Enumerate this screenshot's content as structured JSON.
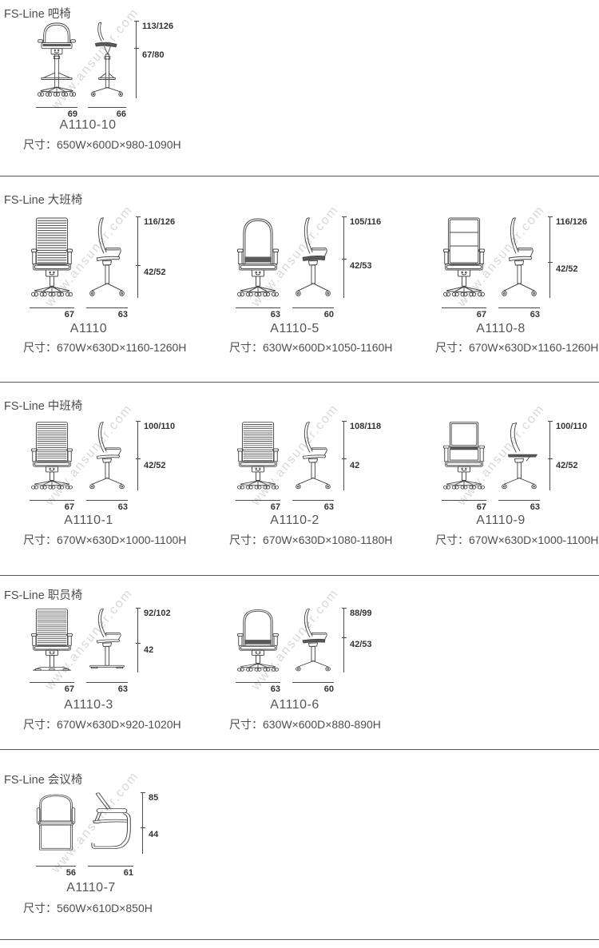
{
  "watermark": "www.ansuner.com",
  "sections": [
    {
      "title": "FS-Line 吧椅",
      "items": [
        {
          "model": "A1110-10",
          "size": "尺寸：650W×600D×980-1090H",
          "front_width": "69",
          "side_width": "66",
          "height_total": "113/126",
          "height_seat": "67/80",
          "front_view": "stool-front",
          "side_view": "stool-side"
        }
      ]
    },
    {
      "title": "FS-Line 大班椅",
      "items": [
        {
          "model": "A1110",
          "size": "尺寸：670W×630D×1160-1260H",
          "front_width": "67",
          "side_width": "63",
          "height_total": "116/126",
          "height_seat": "42/52",
          "front_view": "ribbed-front",
          "side_view": "s-curve-side"
        },
        {
          "model": "A1110-5",
          "size": "尺寸：630W×600D×1050-1160H",
          "front_width": "63",
          "side_width": "60",
          "height_total": "105/116",
          "height_seat": "42/53",
          "front_view": "round-front",
          "side_view": "round-side"
        },
        {
          "model": "A1110-8",
          "size": "尺寸：670W×630D×1160-1260H",
          "front_width": "67",
          "side_width": "63",
          "height_total": "116/126",
          "height_seat": "42/52",
          "front_view": "panel-front",
          "side_view": "s-curve-side"
        }
      ]
    },
    {
      "title": "FS-Line 中班椅",
      "items": [
        {
          "model": "A1110-1",
          "size": "尺寸：670W×630D×1000-1100H",
          "front_width": "67",
          "side_width": "63",
          "height_total": "100/110",
          "height_seat": "42/52",
          "front_view": "ribbed-front",
          "side_view": "s-curve-side"
        },
        {
          "model": "A1110-2",
          "size": "尺寸：670W×630D×1080-1180H",
          "front_width": "67",
          "side_width": "63",
          "height_total": "108/118",
          "height_seat": "42",
          "front_view": "ribbed-front",
          "side_view": "s-curve-side"
        },
        {
          "model": "A1110-9",
          "size": "尺寸：670W×630D×1000-1100H",
          "front_width": "67",
          "side_width": "63",
          "height_total": "100/110",
          "height_seat": "42/52",
          "front_view": "smooth-front",
          "side_view": "smooth-side"
        }
      ]
    },
    {
      "title": "FS-Line 职员椅",
      "items": [
        {
          "model": "A1110-3",
          "size": "尺寸：670W×630D×920-1020H",
          "front_width": "67",
          "side_width": "63",
          "height_total": "92/102",
          "height_seat": "42",
          "front_view": "ribbed-glide-front",
          "side_view": "glide-side"
        },
        {
          "model": "A1110-6",
          "size": "尺寸：630W×600D×880-890H",
          "front_width": "63",
          "side_width": "60",
          "height_total": "88/99",
          "height_seat": "42/53",
          "front_view": "round-front",
          "side_view": "round-side"
        }
      ]
    },
    {
      "title": "FS-Line 会议椅",
      "items": [
        {
          "model": "A1110-7",
          "size": "尺寸：560W×610D×850H",
          "front_width": "56",
          "side_width": "61",
          "height_total": "85",
          "height_seat": "44",
          "front_view": "conf-front",
          "side_view": "conf-side"
        }
      ]
    }
  ]
}
